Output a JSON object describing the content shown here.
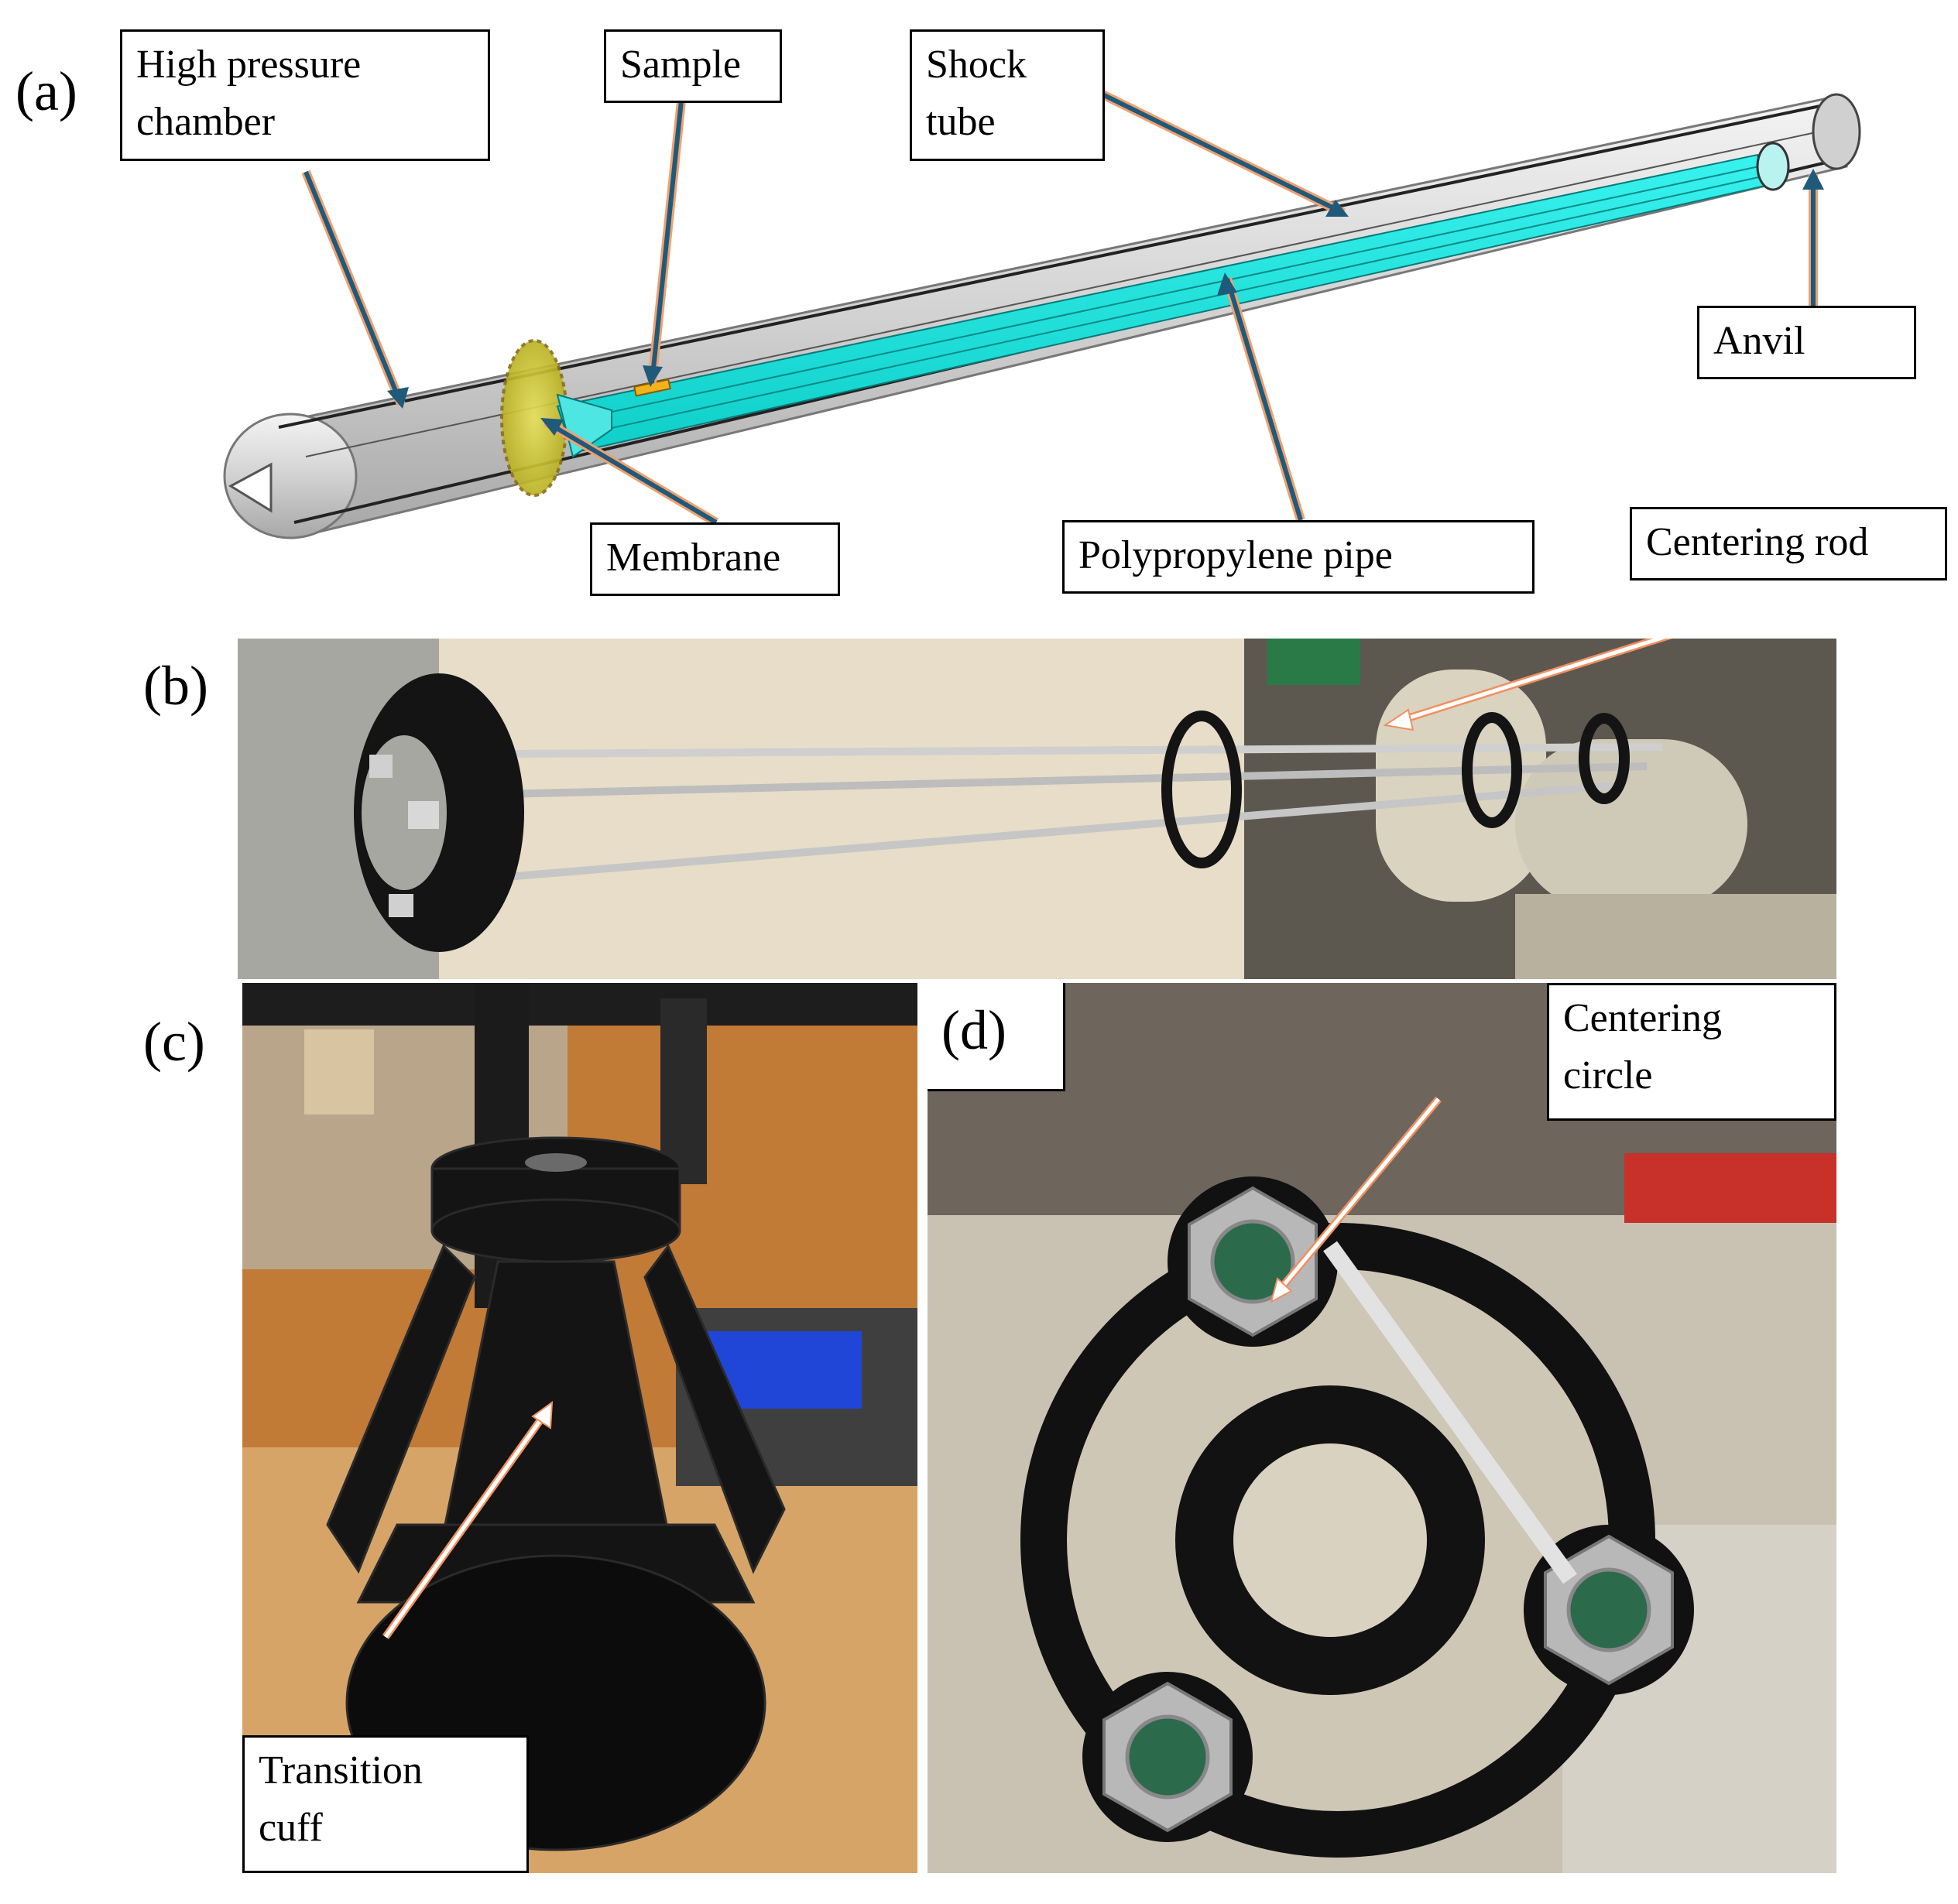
{
  "panels": {
    "a": {
      "letter": "(a)"
    },
    "b": {
      "letter": "(b)"
    },
    "c": {
      "letter": "(c)"
    },
    "d": {
      "letter": "(d)"
    }
  },
  "labels": {
    "high_pressure_chamber": "High pressure\nchamber",
    "sample": "Sample",
    "shock_tube": "Shock\ntube",
    "anvil": "Anvil",
    "membrane": "Membrane",
    "polypropylene_pipe": "Polypropylene pipe",
    "centering_rod": "Centering rod",
    "centering_circle": "Centering\ncircle",
    "transition_cuff": "Transition\ncuff"
  },
  "colors": {
    "arrow_blue": "#1f5a7a",
    "arrow_glow": "#f0a070",
    "pipe_cyan": "#19e6e0",
    "tube_gray": "#d6d6d6",
    "membrane_yellow": "#d8cf2a",
    "filament_black": "#141414"
  }
}
